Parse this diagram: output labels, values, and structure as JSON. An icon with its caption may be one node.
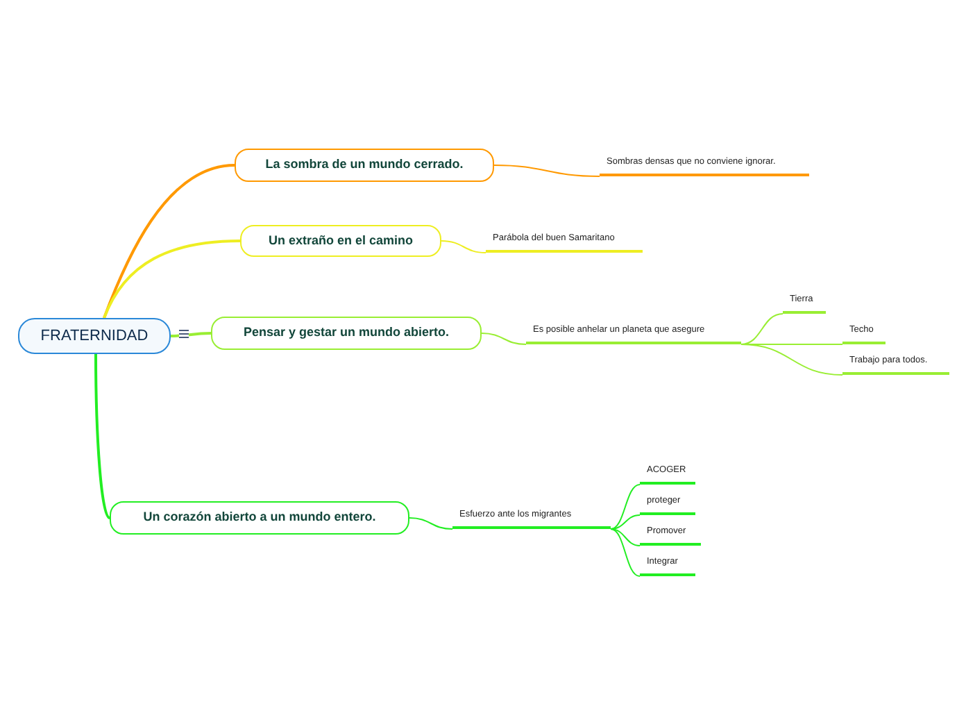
{
  "diagram": {
    "nodes": [
      {
        "text": [
          "FRATERNIDAD"
        ]
      },
      {
        "text": [
          "La sombra de un mundo cerrado."
        ]
      },
      {
        "text": [
          "Un extraño en el camino"
        ]
      },
      {
        "text": [
          "Pensar y gestar un mundo abierto."
        ]
      },
      {
        "text": [
          "Un corazón abierto a un mundo entero."
        ]
      },
      {
        "text": [
          "Sombras densas que no conviene ignorar."
        ]
      },
      {
        "text": [
          "Parábola del buen Samaritano"
        ]
      },
      {
        "text": [
          "Es posible anhelar un planeta que asegure"
        ]
      },
      {
        "text": [
          "Tierra"
        ]
      },
      {
        "text": [
          "Techo"
        ]
      },
      {
        "text": [
          "Trabajo para todos."
        ]
      },
      {
        "text": [
          "Esfuerzo ante los migrantes"
        ]
      },
      {
        "text": [
          "ACOGER"
        ]
      },
      {
        "text": [
          "proteger"
        ]
      },
      {
        "text": [
          "Promover"
        ]
      },
      {
        "text": [
          "Integrar"
        ]
      }
    ],
    "edges": [
      {
        "from": 0,
        "to": 1,
        "arrow": "none",
        "color": "#ff9900"
      },
      {
        "from": 0,
        "to": 2,
        "arrow": "none",
        "color": "#eeee22"
      },
      {
        "from": 0,
        "to": 3,
        "arrow": "none",
        "color": "#99ee33"
      },
      {
        "from": 0,
        "to": 4,
        "arrow": "none"
      },
      {
        "from": 1,
        "to": 5,
        "arrow": "none",
        "color": "#ff9900"
      },
      {
        "from": 2,
        "to": 6,
        "arrow": "none",
        "color": "#eeee22"
      },
      {
        "from": 3,
        "to": 7,
        "arrow": "none",
        "color": "#99ee33"
      },
      {
        "from": 7,
        "to": 8,
        "arrow": "none",
        "color": "#99ee33"
      },
      {
        "from": 7,
        "to": 9,
        "arrow": "none",
        "color": "#99ee33"
      },
      {
        "from": 7,
        "to": 10,
        "arrow": "none",
        "color": "#99ee33"
      },
      {
        "from": 4,
        "to": 11,
        "arrow": "none"
      },
      {
        "from": 11,
        "to": 12,
        "arrow": "none"
      },
      {
        "from": 11,
        "to": 13,
        "arrow": "none"
      },
      {
        "from": 11,
        "to": 14,
        "arrow": "none"
      },
      {
        "from": 11,
        "to": 15,
        "arrow": "none"
      }
    ]
  }
}
